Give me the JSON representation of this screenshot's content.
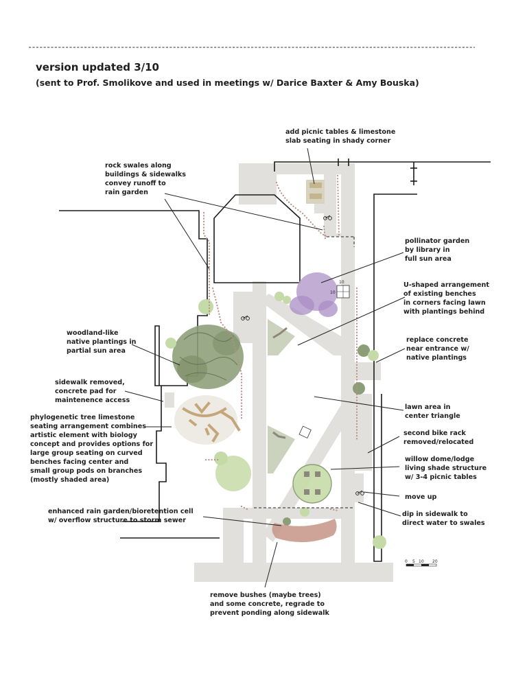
{
  "header": {
    "title": "version updated 3/10",
    "subtitle": "(sent to Prof. Smolikove and used in meetings w/ Darice Baxter & Amy Bouska)"
  },
  "labels": {
    "picnic_corner": [
      "add picnic tables & limestone",
      "slab seating in shady corner"
    ],
    "rock_swales": [
      "rock swales along",
      "buildings & sidewalks",
      "convey runoff to",
      "rain garden"
    ],
    "pollinator": [
      "pollinator garden",
      "by library in",
      "full sun area"
    ],
    "benches": [
      "U-shaped arrangement",
      "of existing benches",
      "in corners facing lawn",
      "with plantings behind"
    ],
    "woodland": [
      "woodland-like",
      "native plantings in",
      "partial sun area"
    ],
    "replace_concrete": [
      "replace concrete",
      "near entrance w/",
      "native plantings"
    ],
    "sidewalk_removed": [
      "sidewalk removed,",
      "concrete pad for",
      "maintenence access"
    ],
    "lawn": [
      "lawn area in",
      "center triangle"
    ],
    "phylogenetic": [
      "phylogenetic tree limestone",
      "seating arrangement combines",
      "artistic element with biology",
      "concept and provides options for",
      "large group seating on curved",
      "benches facing center and",
      "small group pods on branches",
      "(mostly shaded area)"
    ],
    "bike_rack": [
      "second bike rack",
      "removed/relocated"
    ],
    "willow": [
      "willow dome/lodge",
      "living shade structure",
      "w/ 3-4 picnic tables"
    ],
    "move_up": [
      "move up"
    ],
    "rain_garden": [
      "enhanced rain garden/bioretention cell",
      "w/ overflow structure to storm sewer"
    ],
    "dip": [
      "dip in sidewalk to",
      "direct water to swales"
    ],
    "remove_bushes": [
      "remove bushes (maybe trees)",
      "and some concrete, regrade to",
      "prevent ponding along sidewalk"
    ]
  },
  "scale_bar": {
    "ticks": [
      "0",
      "5",
      "10",
      "20"
    ]
  },
  "plan_marks": {
    "table_label": "10"
  },
  "colors": {
    "sidewalk": "#e2e0dc",
    "woodland": "#8c9e78",
    "pollinator": "#b9a2cf",
    "light_green": "#c5dba7",
    "seating": "#c4a67b",
    "rain_garden": "#c89a8c",
    "swale": "#b98f88"
  },
  "icons": [
    "bike-rack-icon",
    "picnic-table-icon",
    "bench-icon"
  ]
}
